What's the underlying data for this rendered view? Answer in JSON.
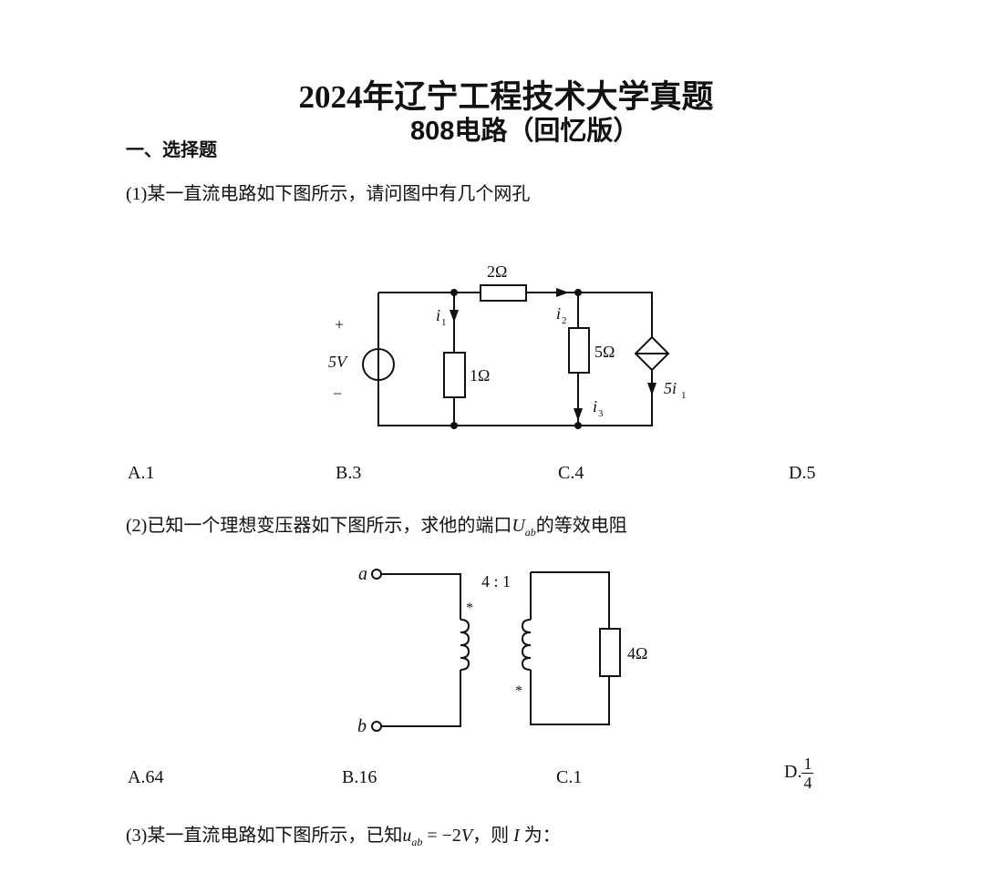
{
  "header": {
    "title": "2024年辽宁工程技术大学真题",
    "subtitle": "808电路（回忆版）",
    "section": "一、选择题"
  },
  "questions": [
    {
      "text": "(1)某一直流电路如下图所示，请问图中有几个网孔",
      "circuit": {
        "source": "5V",
        "plus": "+",
        "minus": "−",
        "r_top": "2Ω",
        "r_mid": "1Ω",
        "r_right": "5Ω",
        "i1": "i",
        "i1_sub": "1",
        "i2": "i",
        "i2_sub": "2",
        "i3": "i",
        "i3_sub": "3",
        "dep": "5i",
        "dep_sub": "1"
      },
      "options": [
        "A.1",
        "B.3",
        "C.4",
        "D.5"
      ]
    },
    {
      "text_before": "(2)已知一个理想变压器如下图所示，求他的端口",
      "var": "U",
      "var_sub": "ab",
      "text_after": "的等效电阻",
      "circuit": {
        "a": "a",
        "b": "b",
        "ratio": "4 : 1",
        "dot1": "*",
        "dot2": "*",
        "load": "4Ω"
      },
      "options": [
        "A.64",
        "B.16",
        "C.1"
      ],
      "option_d_prefix": "D.",
      "option_d_num": "1",
      "option_d_den": "4"
    },
    {
      "text_before": "(3)某一直流电路如下图所示，已知",
      "var": "u",
      "var_sub": "ab",
      "eq": " = −2",
      "unit": "V",
      "text_mid": "，则",
      "var2": "I",
      "text_after": "为："
    }
  ]
}
